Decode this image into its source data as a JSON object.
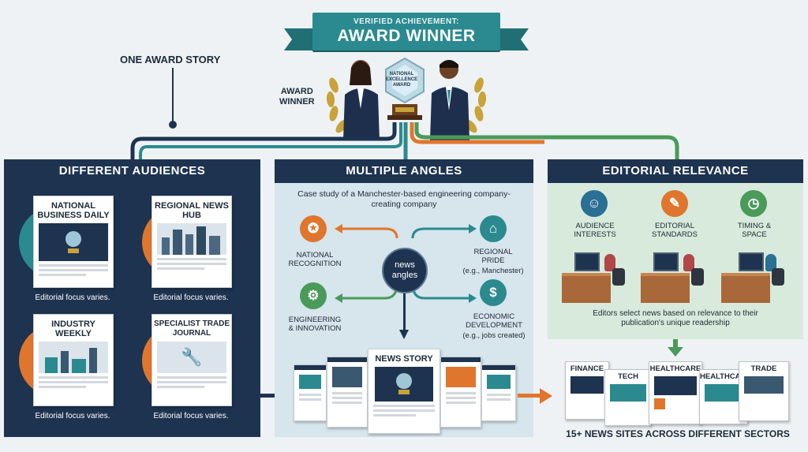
{
  "banner": {
    "subtitle": "VERIFIED ACHIEVEMENT:",
    "title": "AWARD WINNER"
  },
  "story_label": "ONE AWARD STORY",
  "award_winner_label": "AWARD\nWINNER",
  "trophy_text": "NATIONAL EXCELLENCE AWARD",
  "panels": {
    "audiences": {
      "title": "DIFFERENT AUDIENCES",
      "publications": [
        {
          "name": "NATIONAL BUSINESS DAILY",
          "caption": "Editorial focus varies."
        },
        {
          "name": "REGIONAL NEWS HUB",
          "caption": "Editorial focus varies."
        },
        {
          "name": "INDUSTRY WEEKLY",
          "caption": "Editorial focus varies."
        },
        {
          "name": "SPECIALIST TRADE JOURNAL",
          "caption": "Editorial focus varies."
        }
      ]
    },
    "angles": {
      "title": "MULTIPLE ANGLES",
      "case_study": "Case study of a Manchester-based engineering company- creating company",
      "hub": "news angles",
      "items": [
        {
          "label": "NATIONAL RECOGNITION",
          "sub": ""
        },
        {
          "label": "REGIONAL PRIDE",
          "sub": "(e.g., Manchester)"
        },
        {
          "label": "ENGINEERING & INNOVATION",
          "sub": ""
        },
        {
          "label": "ECONOMIC DEVELOPMENT",
          "sub": "(e.g., jobs created)"
        }
      ],
      "news_story": "NEWS STORY"
    },
    "relevance": {
      "title": "EDITORIAL RELEVANCE",
      "criteria": [
        "AUDIENCE INTERESTS",
        "EDITORIAL STANDARDS",
        "TIMING & SPACE"
      ],
      "note": "Editors select news based on relevance to their publication's unique readership",
      "sectors": [
        "FINANCE",
        "TECH",
        "HEALTHCARE",
        "HEALTHCARE",
        "TRADE"
      ],
      "footer": "15+ NEWS SITES ACROSS DIFFERENT SECTORS"
    }
  },
  "colors": {
    "navy": "#1e3350",
    "teal": "#2a8a8f",
    "orange": "#e0762e",
    "green": "#4a9a5a"
  },
  "icons": [
    "ribbon-award-icon",
    "uk-map-icon",
    "gear-icon",
    "dollar-icon",
    "people-icon",
    "checklist-icon",
    "clock-icon"
  ]
}
